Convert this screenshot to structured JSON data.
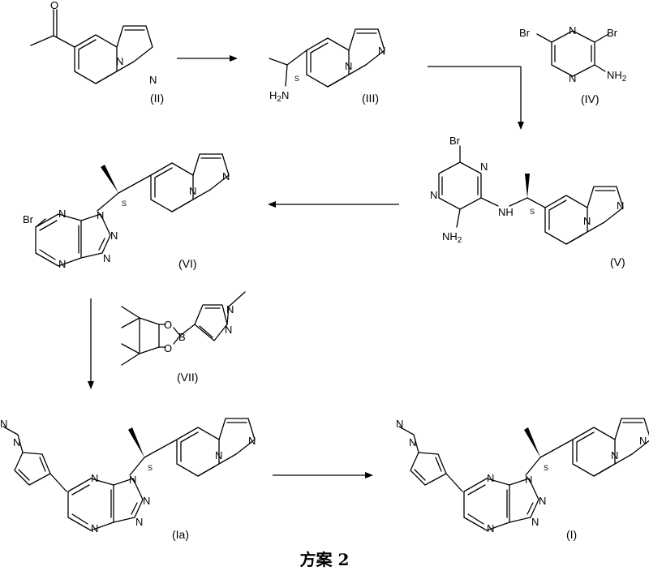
{
  "atoms": {
    "br": "Br",
    "n": "N",
    "h": "H",
    "o": "O",
    "b": "B",
    "o_carbonyl": "O",
    "nh2": "NH",
    "h2n": "H",
    "sub2": "2",
    "stereo": "S"
  },
  "compounds": {
    "II": "(II)",
    "III": "(III)",
    "IV": "(IV)",
    "V": "(V)",
    "VI": "(VI)",
    "VII": "(VII)",
    "Ia": "(Ia)",
    "I": "(I)"
  },
  "caption": "方案 2"
}
